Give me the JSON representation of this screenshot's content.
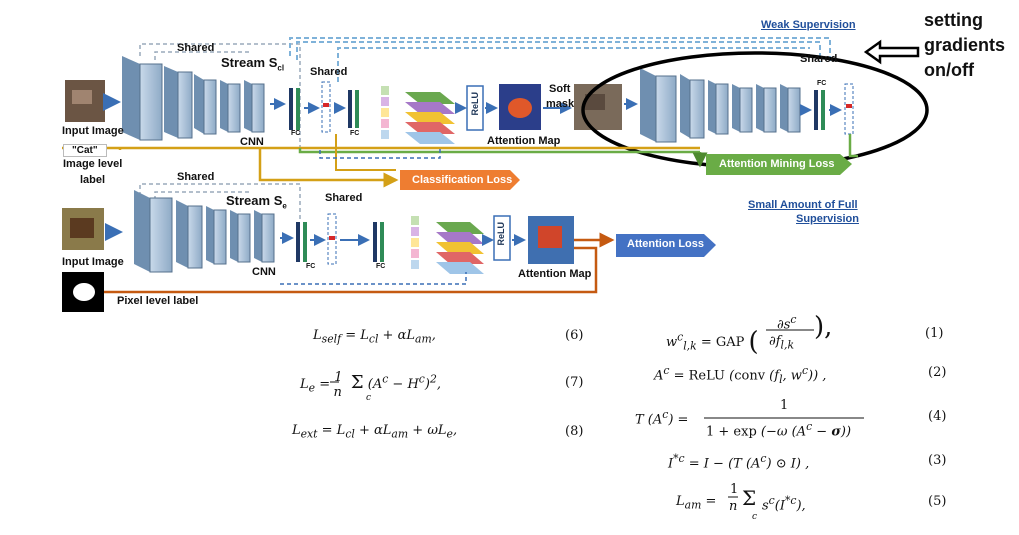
{
  "top_stream": {
    "shared_label": "Shared",
    "stream_label": "Stream S",
    "stream_sub": "cl",
    "cnn_label": "CNN",
    "shared_fc_label": "Shared",
    "fc_label": "FC",
    "input_label": "Input Image",
    "image_level_tag": "\"Cat\"",
    "image_level_label_line1": "Image level",
    "image_level_label_line2": "label",
    "relu_label": "ReLU",
    "attention_map_label": "Attention Map",
    "soft_mask_label_line1": "Soft",
    "soft_mask_label_line2": "mask",
    "weak_supervision_label": "Weak Supervision",
    "classification_loss_label": "Classification Loss",
    "attention_mining_loss_label": "Attention Mining Loss",
    "right_shared_label": "Shared",
    "right_fc_label": "FC"
  },
  "bottom_stream": {
    "shared_label": "Shared",
    "stream_label": "Stream S",
    "stream_sub": "e",
    "cnn_label": "CNN",
    "shared_fc_label": "Shared",
    "fc_label": "FC",
    "input_label": "Input Image",
    "pixel_label": "Pixel level label",
    "relu_label": "ReLU",
    "attention_map_label": "Attention Map",
    "attention_loss_label": "Attention Loss",
    "full_supervision_line1": "Small Amount of Full",
    "full_supervision_line2": "Supervision"
  },
  "annotation": {
    "line1": "setting",
    "line2": "gradients",
    "line3": "on/off"
  },
  "colors": {
    "classification_loss": "#ee7d31",
    "attention_mining_loss": "#6aac46",
    "attention_loss": "#4472c4",
    "cnn_block": "#9fb7cf",
    "label_arrow_gold": "#d4a017",
    "label_arrow_orange": "#c55a11"
  },
  "equations_left": [
    {
      "formula": "L_self = L_cl + αL_am,",
      "number": "(6)"
    },
    {
      "formula": "L_e = (1/n) Σ_c (A^c − H^c)²,",
      "number": "(7)"
    },
    {
      "formula": "L_ext = L_cl + αL_am + ωL_e,",
      "number": "(8)"
    }
  ],
  "equations_right": [
    {
      "formula": "w^c_{l,k} = GAP(∂s^c / ∂f_{l,k}),",
      "number": "(1)"
    },
    {
      "formula": "A^c = ReLU(conv(f_l, w^c)),",
      "number": "(2)"
    },
    {
      "formula": "T(A^c) = 1 / (1 + exp(−ω(A^c − σ)))",
      "number": "(4)"
    },
    {
      "formula": "I^{*c} = I − (T(A^c) ⊙ I),",
      "number": "(3)"
    },
    {
      "formula": "L_am = (1/n) Σ_c s^c(I^{*c}),",
      "number": "(5)"
    }
  ]
}
